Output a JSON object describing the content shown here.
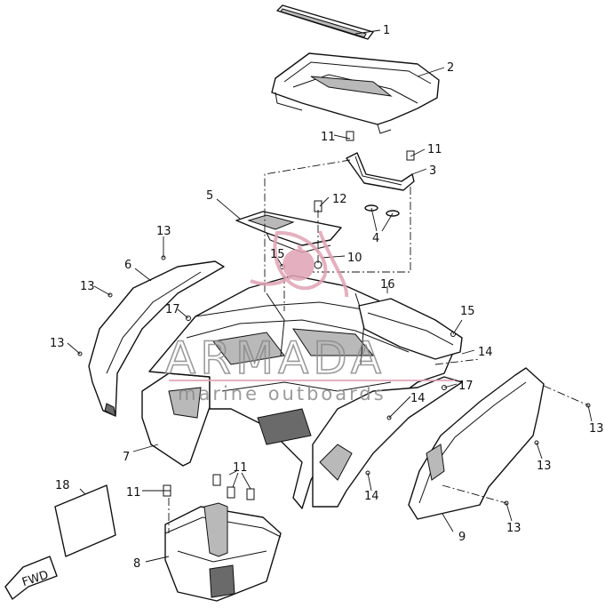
{
  "callouts": {
    "c1": "1",
    "c2": "2",
    "c3": "3",
    "c4": "4",
    "c5": "5",
    "c6": "6",
    "c7": "7",
    "c8": "8",
    "c9": "9",
    "c10": "10",
    "c11a": "11",
    "c11b": "11",
    "c11c": "11",
    "c11d": "11",
    "c12": "12",
    "c13a": "13",
    "c13b": "13",
    "c13c": "13",
    "c13d": "13",
    "c13e": "13",
    "c13f": "13",
    "c14a": "14",
    "c14b": "14",
    "c14c": "14",
    "c15a": "15",
    "c15b": "15",
    "c16": "16",
    "c17a": "17",
    "c17b": "17",
    "c18": "18"
  },
  "fwd_label": "FWD",
  "watermark": {
    "brand": "ARMADA",
    "tagline": "marine outboards",
    "accent_color": "#e0a3b4",
    "text_color": "#8a8a8a"
  },
  "icons": {
    "watermark_logo": "trefoil-logo-icon",
    "direction_arrow": "fwd-arrow-icon"
  }
}
